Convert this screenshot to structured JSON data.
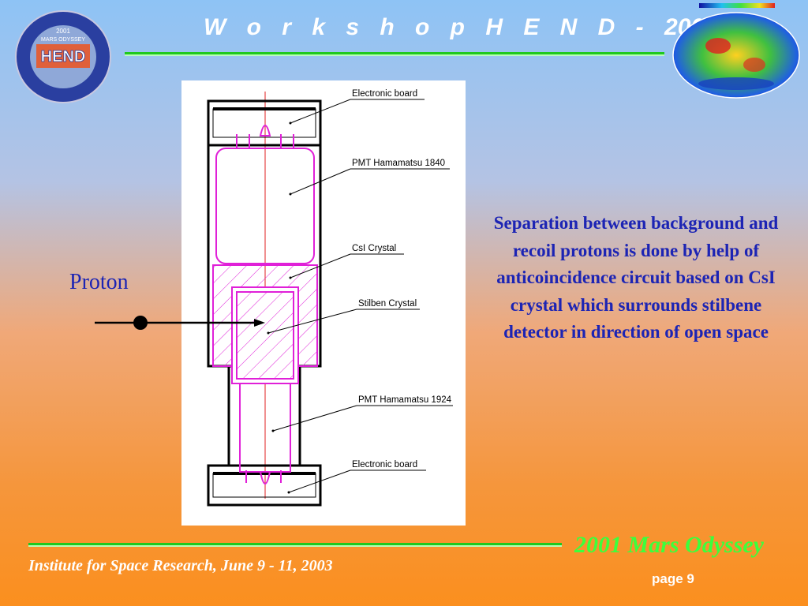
{
  "header": {
    "title": "W o r k s h o p   H E N D -",
    "year": "2003"
  },
  "logo": {
    "text_top": "2001",
    "text_mid": "MARS ODYSSEY",
    "text_main": "HEND"
  },
  "diagram": {
    "labels": [
      "Electronic board",
      "PMT Hamamatsu 1840",
      "CsI Crystal",
      "Stilben Crystal",
      "PMT Hamamatsu 1924",
      "Electronic board"
    ],
    "particle_label": "Proton"
  },
  "description": "Separation between background and recoil protons is done by help of anticoincidence circuit based on CsI crystal which surrounds stilbene detector in direction of open space",
  "footer": {
    "mission": "2001 Mars Odyssey",
    "institute": "Institute for Space Research, June 9 - 11, 2003",
    "page": "page 9"
  },
  "colors": {
    "accent_green": "#1ec81e",
    "text_blue": "#1c24b4",
    "diagram_magenta": "#e020d8"
  }
}
